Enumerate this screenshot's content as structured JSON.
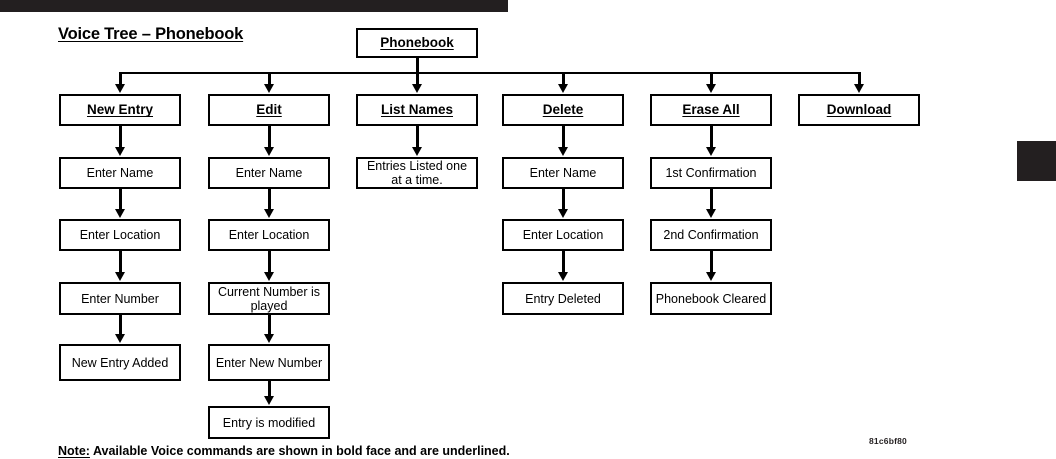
{
  "page": {
    "title": "Voice Tree – Phonebook",
    "note_label": "Note:",
    "note_text": " Available Voice commands are shown in bold face and are underlined.",
    "doc_code": "81c6bf80"
  },
  "colors": {
    "ink": "#000000",
    "bar": "#231f20",
    "paper": "#ffffff"
  },
  "root": {
    "label": "Phonebook"
  },
  "branches": [
    {
      "command": "New Entry",
      "steps": [
        "Enter Name",
        "Enter Location",
        "Enter Number",
        "New Entry Added"
      ]
    },
    {
      "command": "Edit",
      "steps": [
        "Enter Name",
        "Enter Location",
        "Current Number is played",
        "Enter New Number",
        "Entry is modified"
      ]
    },
    {
      "command": "List Names",
      "steps": [
        "Entries Listed one at a time."
      ]
    },
    {
      "command": "Delete",
      "steps": [
        "Enter Name",
        "Enter Location",
        "Entry Deleted"
      ]
    },
    {
      "command": "Erase All",
      "steps": [
        "1st Confirmation",
        "2nd Confirmation",
        "Phonebook Cleared"
      ]
    },
    {
      "command": "Download",
      "steps": []
    }
  ]
}
